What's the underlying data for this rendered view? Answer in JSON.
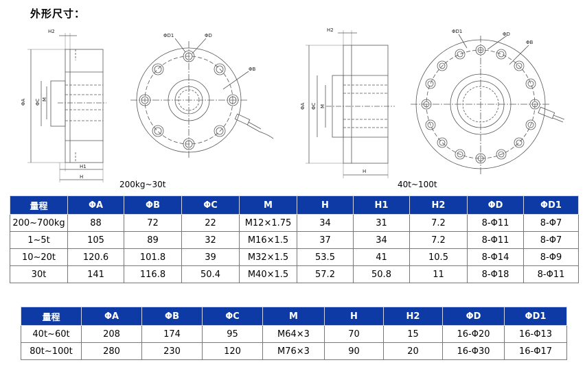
{
  "title": "外形尺寸：",
  "captions": {
    "left": "200kg~30t",
    "right": "40t~100t"
  },
  "drawing_labels": {
    "left_side": {
      "h2": "H2",
      "phi_a": "ΦA",
      "phi_c": "ΦC",
      "m": "M",
      "h1": "H1",
      "h": "H"
    },
    "left_front": {
      "phi_d1": "ΦD1",
      "phi_d": "ΦD",
      "phi_b": "ΦB"
    },
    "right_side": {
      "h2": "H2",
      "phi_a": "ΦA",
      "phi_c": "ΦC",
      "m": "M",
      "h": "H"
    },
    "right_front": {
      "phi_d1": "ΦD1",
      "phi_d": "ΦD",
      "phi_b": "ΦB"
    }
  },
  "table1": {
    "headers": [
      "量程",
      "ΦA",
      "ΦB",
      "ΦC",
      "M",
      "H",
      "H1",
      "H2",
      "ΦD",
      "ΦD1"
    ],
    "rows": [
      [
        "200~700kg",
        "88",
        "72",
        "22",
        "M12×1.75",
        "34",
        "31",
        "7.2",
        "8-Φ11",
        "8-Φ7"
      ],
      [
        "1~5t",
        "105",
        "89",
        "32",
        "M16×1.5",
        "37",
        "34",
        "7.2",
        "8-Φ11",
        "8-Φ7"
      ],
      [
        "10~20t",
        "120.6",
        "101.8",
        "39",
        "M32×1.5",
        "53.5",
        "41",
        "10.5",
        "8-Φ14",
        "8-Φ9"
      ],
      [
        "30t",
        "141",
        "116.8",
        "50.4",
        "M40×1.5",
        "57.2",
        "50.8",
        "11",
        "8-Φ18",
        "8-Φ11"
      ]
    ]
  },
  "table2": {
    "headers": [
      "量程",
      "ΦA",
      "ΦB",
      "ΦC",
      "M",
      "H",
      "H2",
      "ΦD",
      "ΦD1"
    ],
    "rows": [
      [
        "40t~60t",
        "208",
        "174",
        "95",
        "M64×3",
        "70",
        "15",
        "16-Φ20",
        "16-Φ13"
      ],
      [
        "80t~100t",
        "280",
        "230",
        "120",
        "M76×3",
        "90",
        "20",
        "16-Φ30",
        "16-Φ17"
      ]
    ]
  },
  "colors": {
    "header_bg": "#0d3aa5",
    "header_text": "#ffffff",
    "line": "#555555"
  }
}
